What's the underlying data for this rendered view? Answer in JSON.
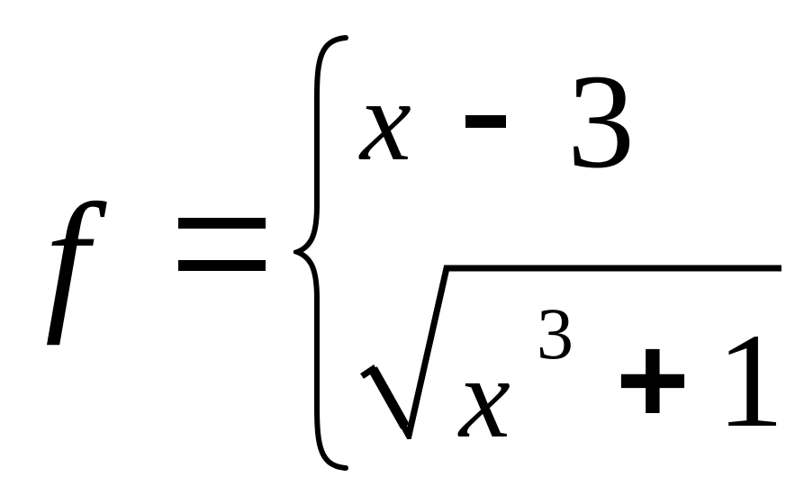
{
  "formula": {
    "lhs": "f",
    "case1": {
      "variable": "x",
      "constant": "3"
    },
    "case2": {
      "variable": "x",
      "exponent": "3",
      "operator": "+",
      "constant": "1"
    }
  }
}
